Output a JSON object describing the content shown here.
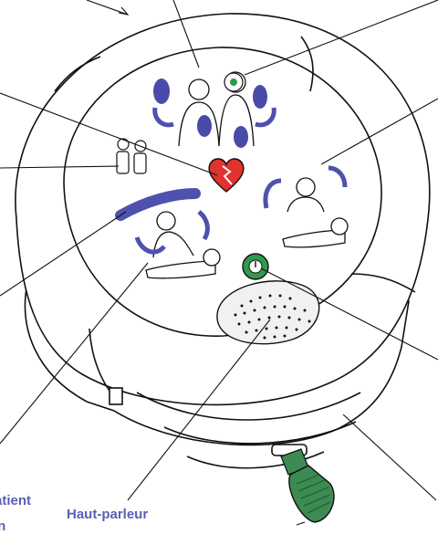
{
  "labels": {
    "patient_fragment": "atient",
    "speaker": "Haut-parleur",
    "cut_fragment": "on"
  },
  "colors": {
    "label": "#5a5fb0",
    "pad": "#4a4aa8",
    "arrow": "#4e51ad",
    "heart": "#e0322e",
    "button": "#2e9a4e",
    "handle": "#3d8a52",
    "outline": "#111111",
    "grille": "#f1f1f1"
  },
  "icons": [
    "shock-heart-icon",
    "power-button-icon",
    "pad-placement-icon",
    "cpr-icon",
    "do-not-touch-icon",
    "child-adult-icon",
    "speaker-grille-icon",
    "pull-handle-icon"
  ]
}
